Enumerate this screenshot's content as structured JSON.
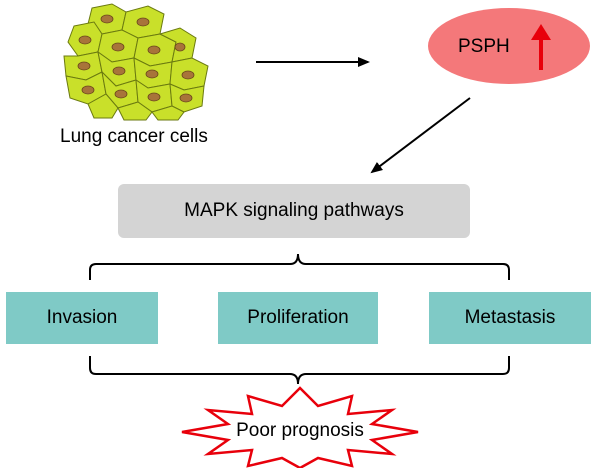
{
  "diagram": {
    "cells_label": "Lung cancer cells",
    "gene_label": "PSPH",
    "gene_direction_icon": "up-arrow-icon",
    "pathway_label": "MAPK signaling pathways",
    "outcomes": [
      "Invasion",
      "Proliferation",
      "Metastasis"
    ],
    "result_label": "Poor prognosis"
  },
  "colors": {
    "cell_fill": "#c9e02a",
    "cell_nucleus": "#a8743a",
    "gene_ellipse": "#f4787a",
    "up_arrow": "#e8000b",
    "pathway_box": "#d4d4d4",
    "outcome_box": "#7fcac6",
    "burst_outline": "#e8000b"
  }
}
